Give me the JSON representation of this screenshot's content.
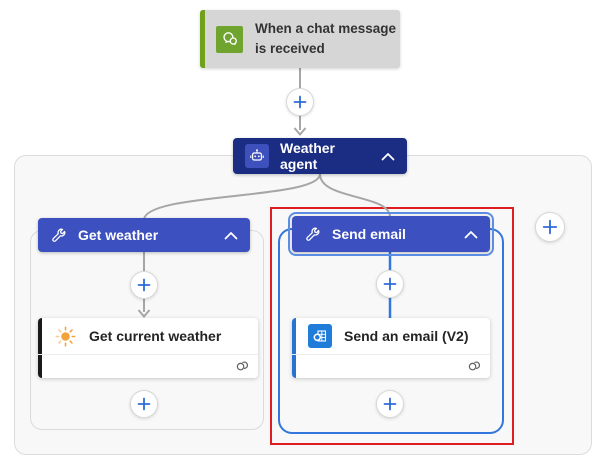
{
  "trigger": {
    "label": "When a chat message is received"
  },
  "agent": {
    "label": "Weather agent"
  },
  "branches": [
    {
      "header_label": "Get weather",
      "action_label": "Get current weather"
    },
    {
      "header_label": "Send email",
      "action_label": "Send an email (V2)"
    }
  ],
  "icons": {
    "trigger": "chat-bubbles",
    "agent": "robot",
    "branch_header": "wrench",
    "weather_action": "sun",
    "email_action": "outlook",
    "card_footer": "connection-rings",
    "header_right": "chevron-up",
    "connectors": "plus"
  },
  "colors": {
    "trigger-bg": "#d6d6d6",
    "trigger-accent": "#71a11c",
    "trigger-icon-bg": "#6fa52f",
    "agent-bg": "#1b2c83",
    "agent-icon-bg": "#3e50bb",
    "branch-header-bg": "#3c50bf",
    "selection-blue": "#3377de",
    "annotation-red": "#e11b22",
    "plus-blue": "#2e6bd6",
    "line-gray": "#a6a6a6",
    "panel-bg": "#f8f8f8",
    "panel-border": "#dcdcdc",
    "group-border": "#dbdbdb",
    "card-bg": "#ffffff",
    "action-accent-dark": "#1a1a1a",
    "action-accent-blue": "#2673d2",
    "outlook-blue": "#1f7cd9",
    "sun-orange": "#f2a33c",
    "text-dark": "#242424"
  }
}
